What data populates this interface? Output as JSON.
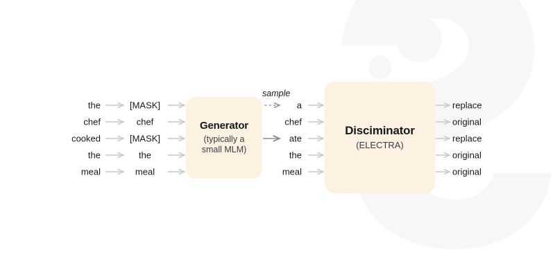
{
  "figure": {
    "title_semantic": "electra-generator-discriminator-diagram",
    "background_color": "#ffffff",
    "box_fill_color": "#fdf1e1",
    "arrow_color": "#c9c9c9",
    "arrow_color_dark": "#8f8f8f",
    "text_color": "#16181d"
  },
  "watermark": {
    "letter": "S",
    "color": "#f7f7f8"
  },
  "columns": {
    "input_tokens": [
      "the",
      "chef",
      "cooked",
      "the",
      "meal"
    ],
    "masked_tokens": [
      "[MASK]",
      "chef",
      "[MASK]",
      "the",
      "meal"
    ],
    "sampled_tokens": [
      "a",
      "chef",
      "ate",
      "the",
      "meal"
    ],
    "output_labels": [
      "replace",
      "original",
      "replace",
      "original",
      "original"
    ]
  },
  "generator": {
    "title": "Generator",
    "subtitle": "(typically a small MLM)"
  },
  "discriminator": {
    "title": "Disciminator",
    "subtitle": "(ELECTRA)"
  },
  "annotations": {
    "sample": "sample"
  }
}
